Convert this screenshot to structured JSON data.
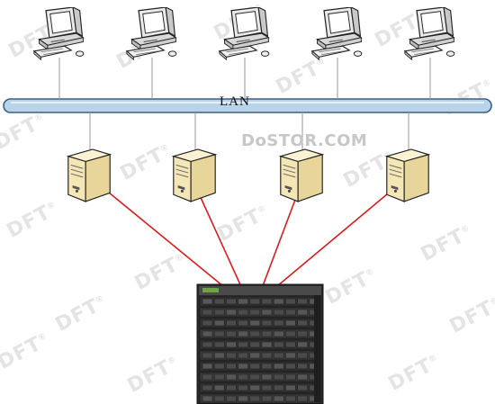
{
  "network": {
    "lan_label": "LAN"
  },
  "watermark": {
    "text": "DFT",
    "brand_text": "DoSTOR.COM"
  },
  "icons": {
    "workstation": "desktop-computer-icon",
    "server": "tower-server-icon",
    "storage": "storage-array-icon"
  },
  "colors": {
    "lan_bus": "#b9d3e8",
    "lan_bus_stroke": "#3d5f80",
    "connection": "#d31f1f",
    "drop_line": "#9a9a9a",
    "watermark": "#e4e4e4"
  },
  "workstations": [
    {
      "id": "ws1"
    },
    {
      "id": "ws2"
    },
    {
      "id": "ws3"
    },
    {
      "id": "ws4"
    },
    {
      "id": "ws5"
    }
  ],
  "servers": [
    {
      "id": "srv1"
    },
    {
      "id": "srv2"
    },
    {
      "id": "srv3"
    },
    {
      "id": "srv4"
    }
  ]
}
